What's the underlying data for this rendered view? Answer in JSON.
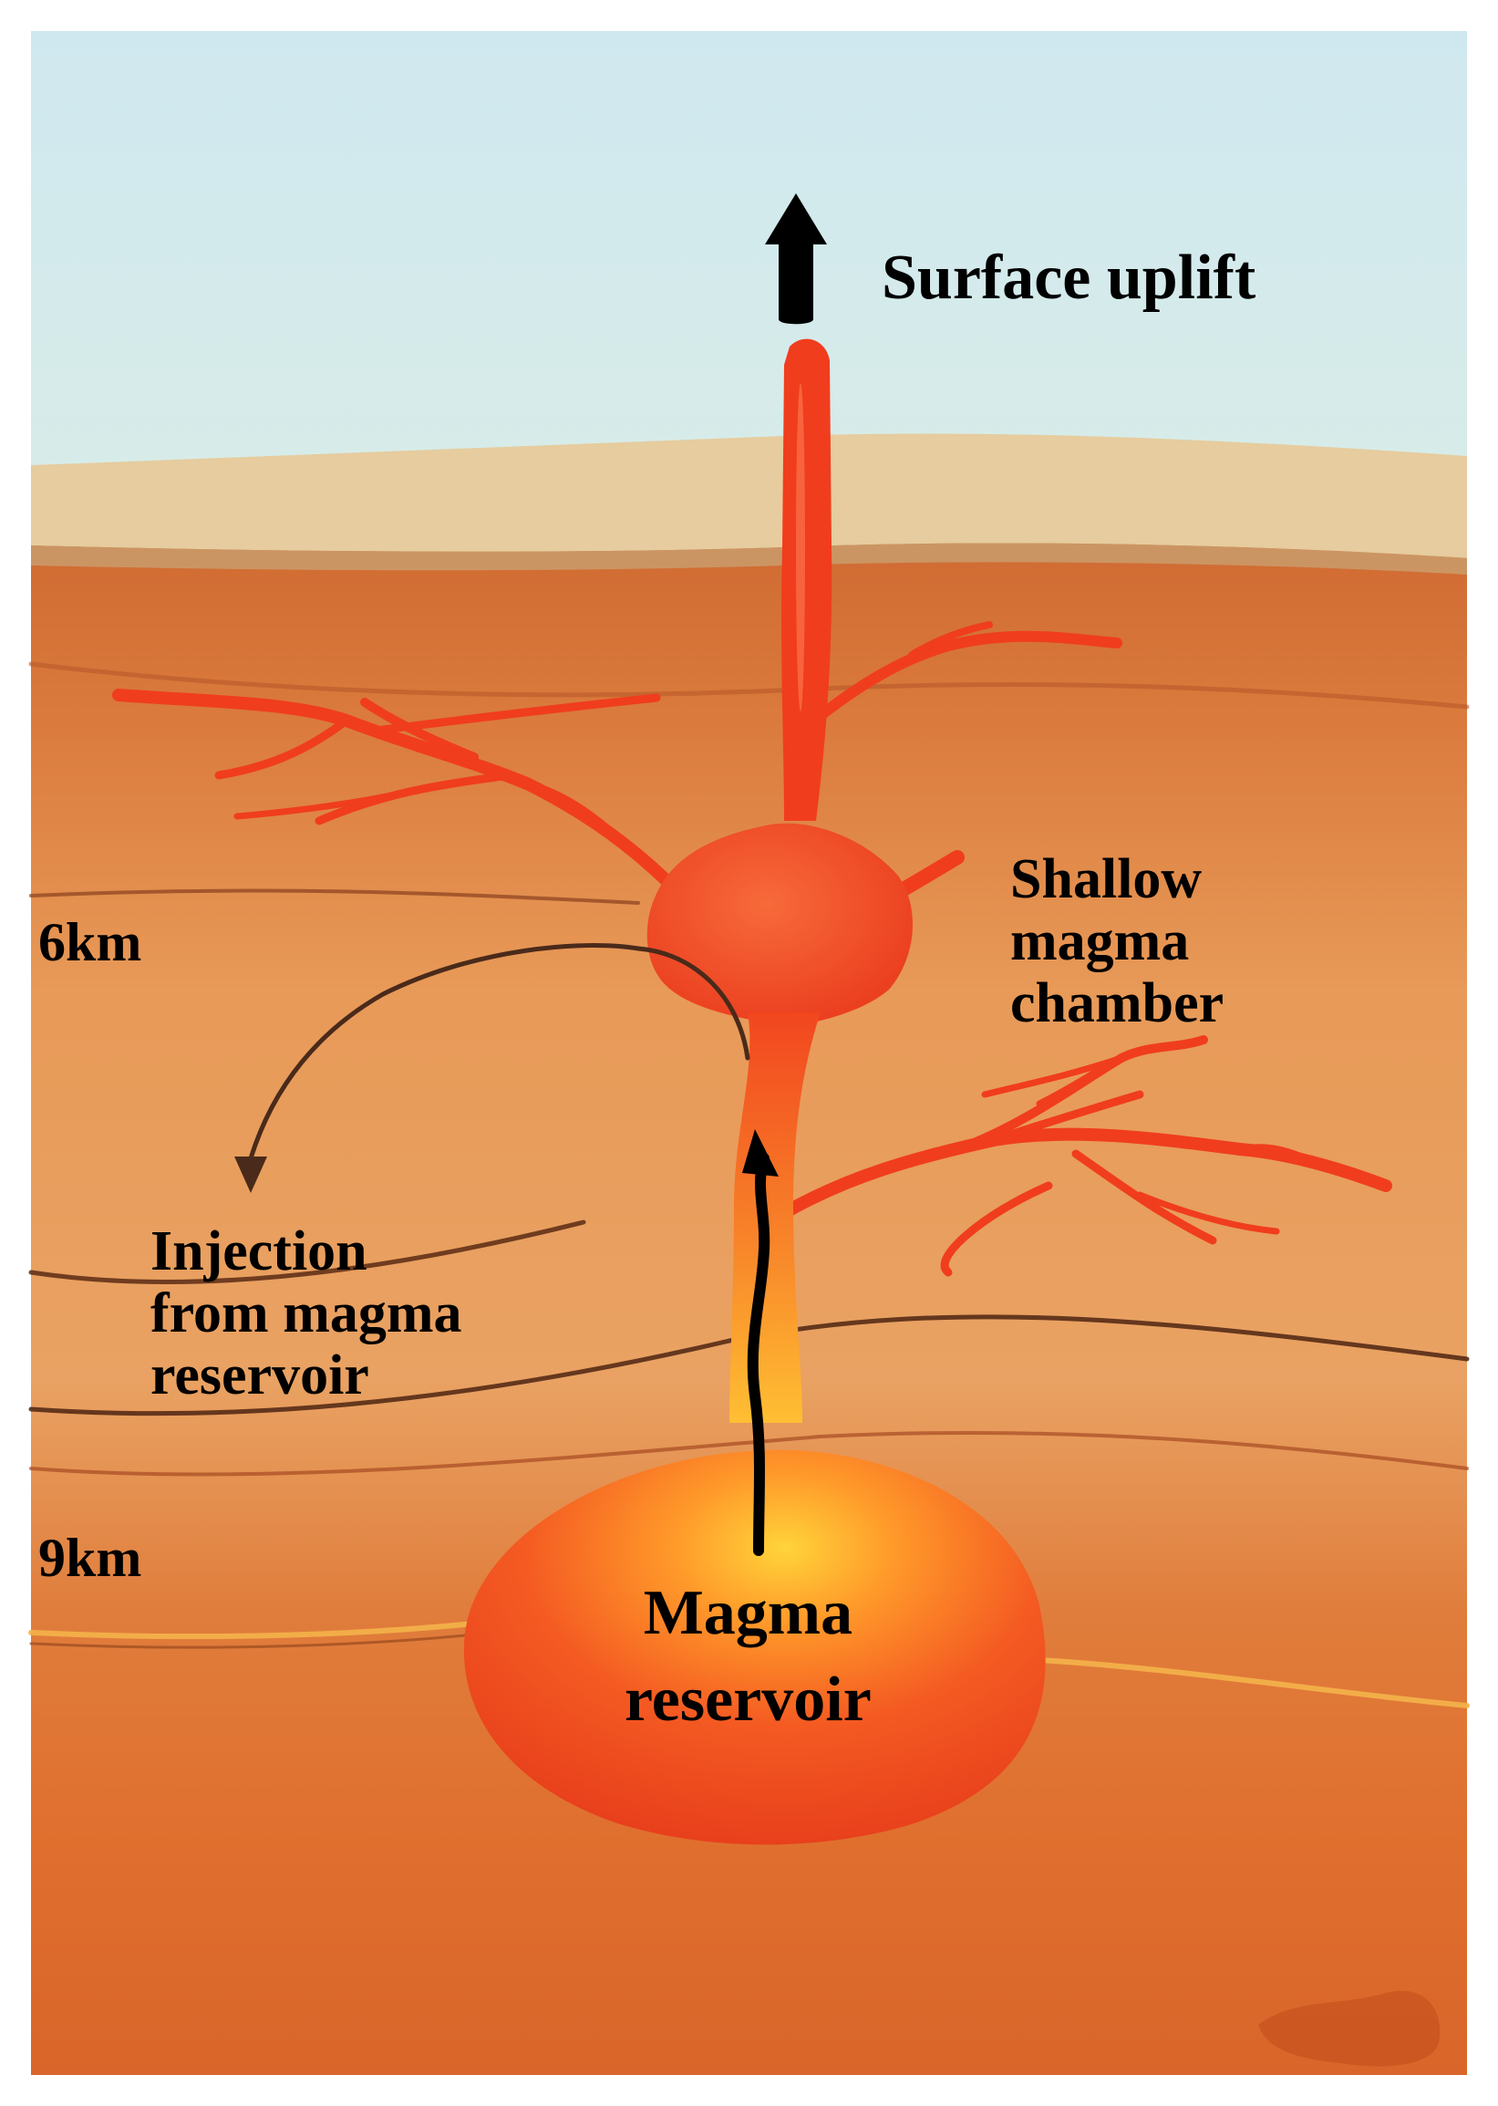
{
  "labels": {
    "surface_uplift": "Surface uplift",
    "shallow_chamber": [
      "Shallow",
      "magma",
      "chamber"
    ],
    "injection": [
      "Injection",
      "from magma",
      "reservoir"
    ],
    "magma_reservoir": [
      "Magma",
      "reservoir"
    ],
    "depth_6km": "6km",
    "depth_9km": "9km"
  },
  "colors": {
    "sky": "#cfe9ef",
    "surface_layer": "#e4c99a",
    "rock_upper": "#d87a3c",
    "rock_middle": "#e59552",
    "rock_lower": "#e27835",
    "magma": "#f03d1e",
    "magma_core": "#ffcf3a",
    "arrow": "#000000",
    "injection_arrow": "#4a2a1a"
  }
}
